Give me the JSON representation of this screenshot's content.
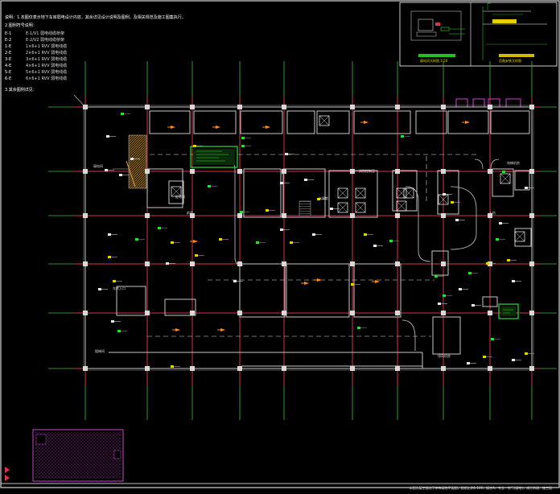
{
  "drawing": {
    "general_note": "说明：1.本图仅表示地下车库弱电设计内容，其余详见设计说明及图例，及相关规范及施工图集执行。",
    "legend_heading": "2.图例符号说明：",
    "legend": [
      {
        "code": "E-1",
        "desc": "E-1/V1 弱电线缆桥架"
      },
      {
        "code": "E-2",
        "desc": "E-2/V2 弱电线缆桥架"
      },
      {
        "code": "1-E",
        "desc": "1×6+1 RVV 弱电线缆"
      },
      {
        "code": "2-E",
        "desc": "2×6+1 RVV 弱电线缆"
      },
      {
        "code": "3-E",
        "desc": "3×6+1 RVV 弱电线缆"
      },
      {
        "code": "4-E",
        "desc": "4×6+1 RVV 弱电线缆"
      },
      {
        "code": "5-E",
        "desc": "5×6+1 RVV 弱电线缆"
      },
      {
        "code": "6-E",
        "desc": "6×6+1 RVV 弱电线缆"
      }
    ],
    "legend_foot": "3.其余图例详见：",
    "detail_titles": {
      "left": "弱电间大样图 1:50",
      "right": "设备安装大样图"
    },
    "room_labels": [
      "弱电间",
      "配电间",
      "电梯机房",
      "排风机房",
      "楼梯间",
      "车库入口",
      "消防控制室",
      "水泵房",
      "前室",
      "人防"
    ],
    "title_block": "本图为某工程地下车库弱电平面图，图纸比例1:100，版次A，专业：电气(弱电)，设计阶段：施工图"
  },
  "colors": {
    "grid": "#d9354a",
    "axis": "#39c23a",
    "wall": "#c8c8c8",
    "magenta": "#d040d0",
    "green": "#29e029",
    "yellow": "#e6d000",
    "orange": "#ff8a1c",
    "cyan": "#3ad0e0"
  }
}
